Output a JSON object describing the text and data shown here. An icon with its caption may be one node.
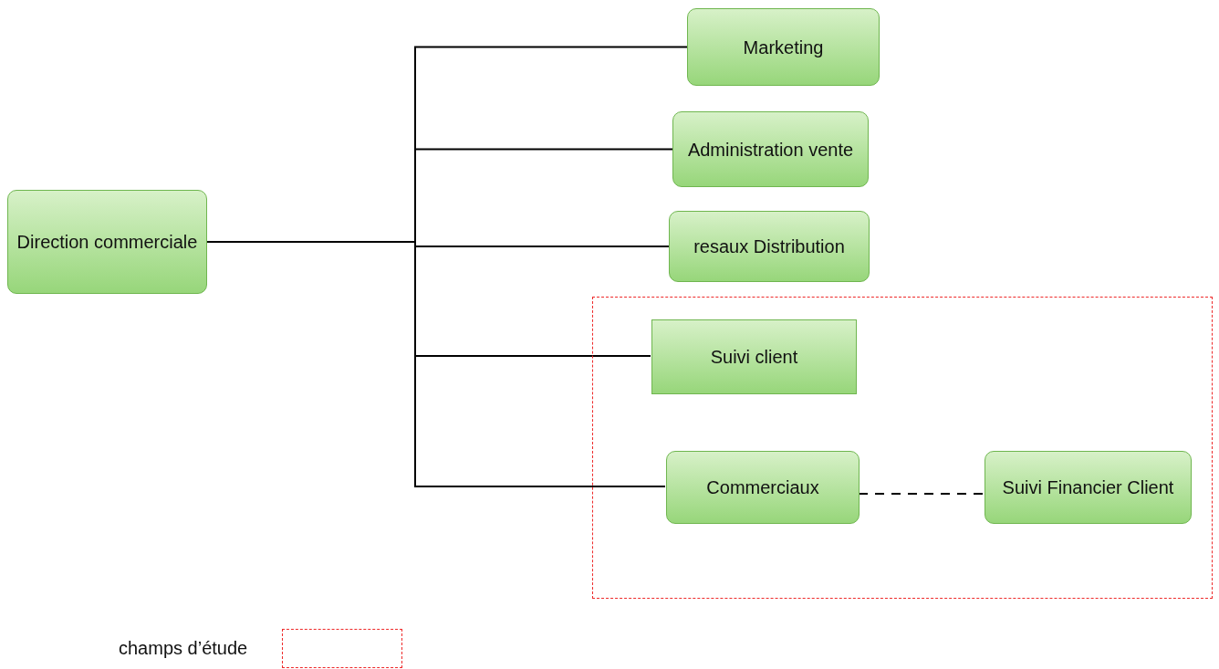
{
  "diagram": {
    "nodes": [
      {
        "text": [
          "Direction commerciale"
        ]
      },
      {
        "text": [
          "Marketing"
        ]
      },
      {
        "text": [
          "Administration vente"
        ]
      },
      {
        "text": [
          "resaux Distribution"
        ]
      },
      {
        "text": [],
        "shape": "box"
      },
      {
        "text": [
          "Suivi client"
        ],
        "in": 4
      },
      {
        "text": [
          "Commerciaux"
        ],
        "in": 4
      },
      {
        "text": [
          "Suivi Financier Client"
        ],
        "in": 4
      }
    ],
    "edges": [
      {
        "from": 0,
        "to": 1,
        "arrow": "none"
      },
      {
        "from": 0,
        "to": 2,
        "arrow": "none"
      },
      {
        "from": 0,
        "to": 3,
        "arrow": "none"
      },
      {
        "from": 0,
        "to": 5,
        "arrow": "none"
      },
      {
        "from": 0,
        "to": 6,
        "arrow": "none"
      },
      {
        "from": 6,
        "to": 7,
        "arrow": "none",
        "style": "dashed"
      }
    ],
    "legend": [
      {
        "text": "champs d’étude"
      }
    ]
  }
}
